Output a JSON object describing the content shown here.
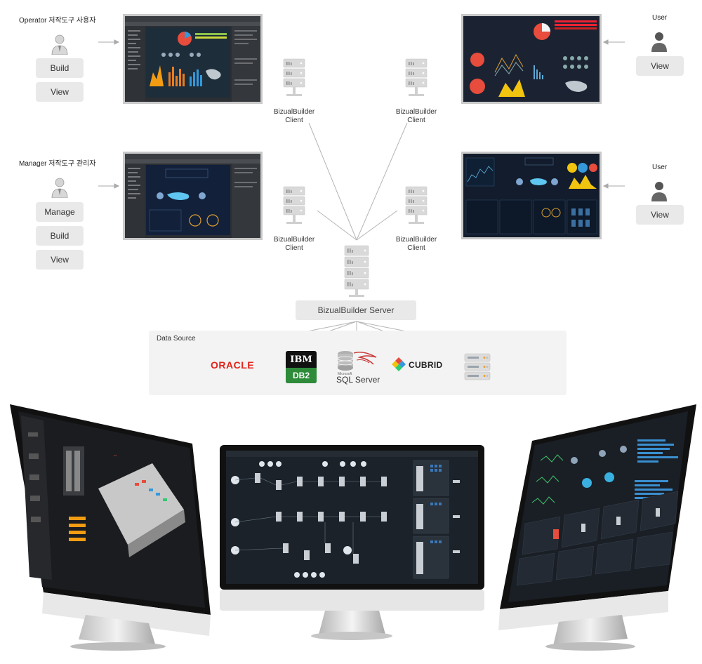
{
  "roles": {
    "operator": {
      "title": "Operator 저작도구 사용자",
      "buttons": [
        "Build",
        "View"
      ]
    },
    "manager": {
      "title": "Manager 저작도구 관리자",
      "buttons": [
        "Manage",
        "Build",
        "View"
      ]
    },
    "user_top": {
      "title": "User",
      "buttons": [
        "View"
      ]
    },
    "user_bottom": {
      "title": "User",
      "buttons": [
        "View"
      ]
    }
  },
  "clients": {
    "top_left": "BizualBuilder Client",
    "top_right": "BizualBuilder Client",
    "bottom_left": "BizualBuilder Client",
    "bottom_right": "BizualBuilder Client"
  },
  "server": {
    "label": "BizualBuilder Server"
  },
  "data_source": {
    "title": "Data Source",
    "logos": {
      "oracle": "ORACLE",
      "ibm": "IBM",
      "db2": "DB2",
      "sql_microsoft": "Microsoft",
      "sql_server": "SQL Server",
      "cubrid": "CUBRID"
    }
  },
  "colors": {
    "oracle_red": "#e2231a",
    "db2_green": "#2e8b3a",
    "line_gray": "#b5b5b5",
    "pill_bg": "#e9e9e9"
  }
}
